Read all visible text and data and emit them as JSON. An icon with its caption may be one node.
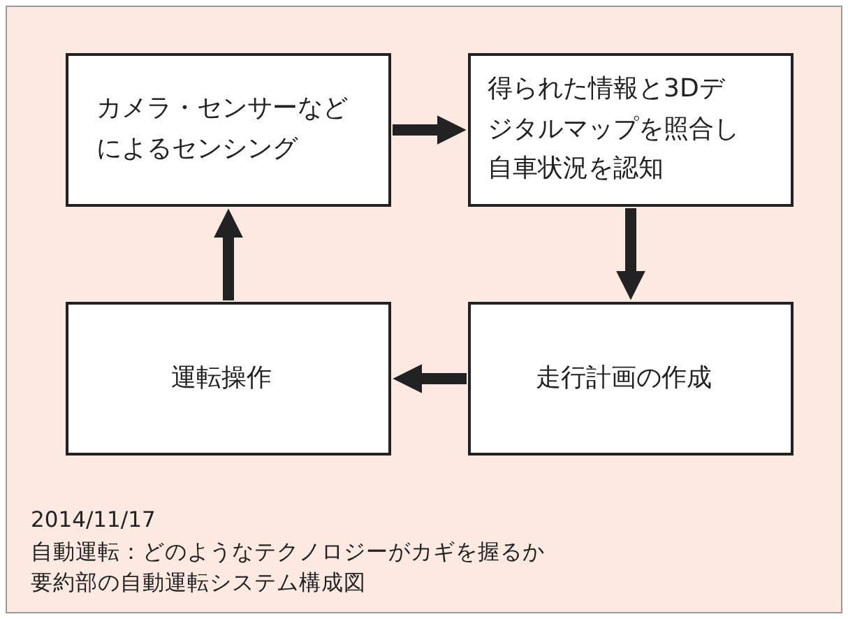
{
  "diagram": {
    "nodes": [
      {
        "text": [
          "カメラ・センサーなどによるセンシング"
        ]
      },
      {
        "text": [
          "得られた情報と3Dデジタルマップを照合し自車状況を認知"
        ]
      },
      {
        "text": [
          "走行計画の作成"
        ]
      },
      {
        "text": [
          "運転操作"
        ]
      }
    ],
    "edges": [
      {
        "from": 0,
        "to": 1,
        "arrow": "to"
      },
      {
        "from": 1,
        "to": 2,
        "arrow": "to"
      },
      {
        "from": 2,
        "to": 3,
        "arrow": "to"
      },
      {
        "from": 3,
        "to": 0,
        "arrow": "to"
      }
    ],
    "labels": [
      "2014/11/17",
      "自動運転：どのようなテクノロジーがカギを握るか",
      "要約部の自動運転システム構成図"
    ]
  }
}
